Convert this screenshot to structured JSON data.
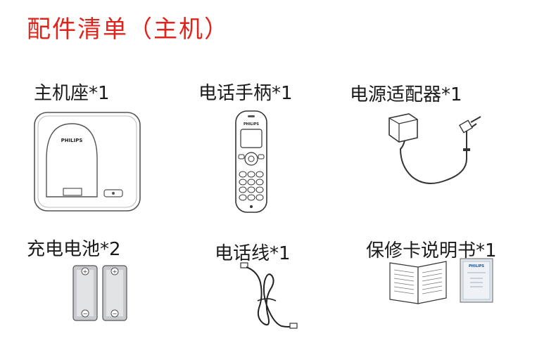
{
  "title": "配件清单（主机）",
  "items": [
    {
      "label": "主机座*1",
      "icon": "base-station-icon",
      "brand": "PHILIPS"
    },
    {
      "label": "电话手柄*1",
      "icon": "handset-icon",
      "brand": "PHILIPS"
    },
    {
      "label": "电源适配器*1",
      "icon": "power-adapter-icon"
    },
    {
      "label": "充电电池*2",
      "icon": "batteries-icon"
    },
    {
      "label": "电话线*1",
      "icon": "phone-cord-icon"
    },
    {
      "label": "保修卡说明书*1",
      "icon": "manual-warranty-card-icon",
      "brand": "PHILIPS"
    }
  ],
  "colors": {
    "title": "#e0241b",
    "text": "#1a1a1a"
  }
}
